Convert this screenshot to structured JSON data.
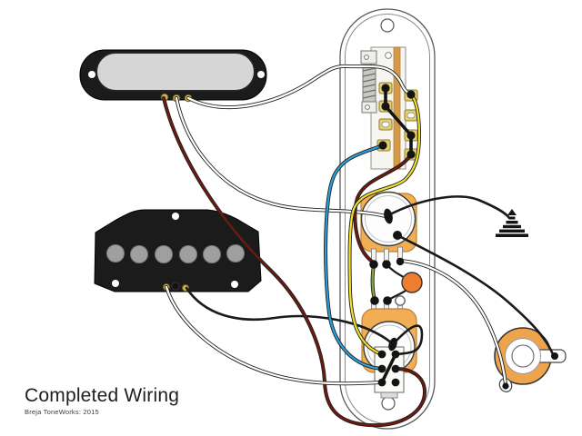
{
  "meta": {
    "title": "Completed Wiring",
    "credit": "Breja ToneWorks: 2015"
  },
  "colors": {
    "wire-white": "#ffffff",
    "wire-black": "#1a1a1a",
    "wire-maroon": "#6e1a0e",
    "wire-blue": "#2a9fd8",
    "wire-yellow": "#f2e126",
    "wire-green": "#7fa83f",
    "pot-body": "#f2ae55",
    "cap-orange": "#ef7d2e",
    "jack-orange": "#eda44c",
    "switch-stripe": "#d59a45",
    "lug-gold": "#e4d06e",
    "pickup-cover": "#d6d6d6",
    "pickup-black": "#1b1b1b",
    "pole-gray": "#9f9f9f"
  },
  "components": [
    {
      "id": "neck-pickup",
      "label": "Neck pickup (covered)"
    },
    {
      "id": "bridge-pickup",
      "label": "Bridge pickup"
    },
    {
      "id": "control-plate",
      "label": "Telecaster control plate"
    },
    {
      "id": "four-way-switch",
      "label": "4-way lever switch"
    },
    {
      "id": "volume-pot",
      "label": "Volume potentiometer"
    },
    {
      "id": "tone-capacitor",
      "label": "Tone capacitor (orange disc)"
    },
    {
      "id": "tone-pot",
      "label": "Tone potentiometer"
    },
    {
      "id": "push-pull-switch",
      "label": "Push-pull DPDT switch"
    },
    {
      "id": "output-jack",
      "label": "Output jack"
    },
    {
      "id": "ground-symbol",
      "label": "Ground"
    }
  ],
  "wires": [
    {
      "color": "white",
      "from": "neck pickup eyelet 3",
      "to": "switch lug R1"
    },
    {
      "color": "white",
      "from": "neck pickup eyelet 2",
      "to": "volume pot casing"
    },
    {
      "color": "white",
      "from": "bridge pickup eyelet 1",
      "to": "push-pull lug bottom-left"
    },
    {
      "color": "white",
      "from": "volume pot lug 3",
      "to": "jack lower lug"
    },
    {
      "color": "maroon",
      "from": "neck pickup eyelet 1",
      "to": "push-pull lug middle-right"
    },
    {
      "color": "maroon",
      "from": "switch lug R4",
      "to": "volume pot lug 1"
    },
    {
      "color": "blue",
      "from": "switch lug L4",
      "to": "push-pull lug middle-left"
    },
    {
      "color": "yellow",
      "from": "switch lug R1",
      "to": "push-pull lug top-left"
    },
    {
      "color": "green",
      "from": "volume pot lug 1",
      "to": "tone pot lug 1"
    },
    {
      "color": "black",
      "from": "volume pot casing",
      "to": "ground symbol"
    },
    {
      "color": "black",
      "from": "volume pot casing",
      "to": "jack right lug"
    },
    {
      "color": "black",
      "from": "bridge pickup eyelet 2",
      "to": "tone pot casing"
    },
    {
      "color": "black",
      "from": "tone pot casing",
      "to": "push-pull lug top-right"
    },
    {
      "color": "black",
      "from": "volume pot lug 2",
      "to": "tone pot lug 2",
      "via": "capacitor"
    }
  ]
}
